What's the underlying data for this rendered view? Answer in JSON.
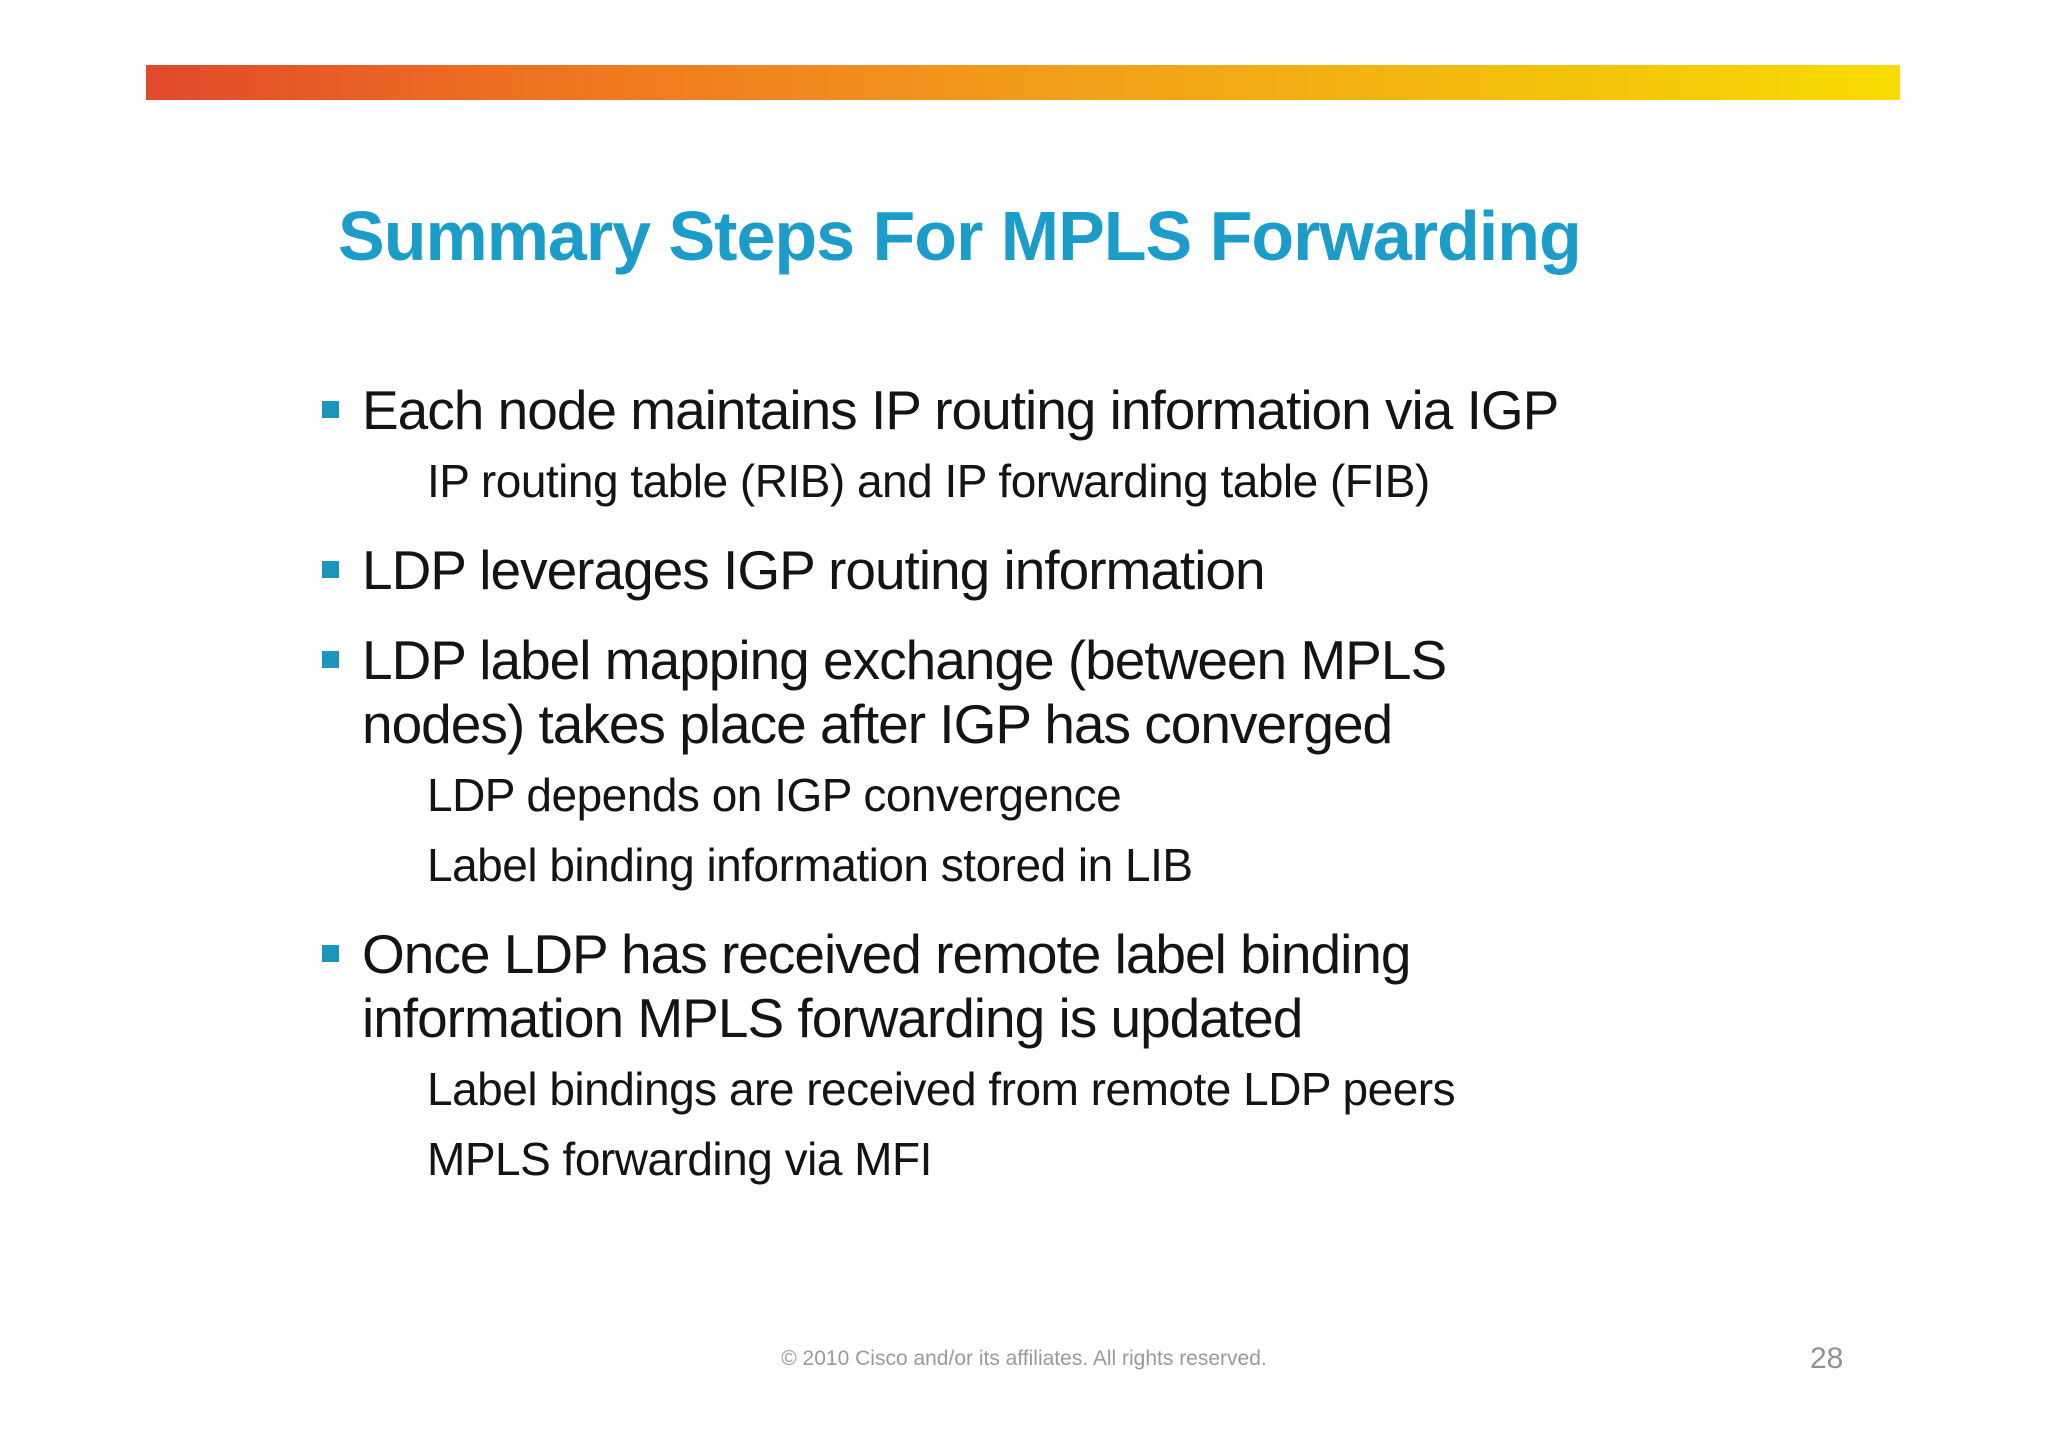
{
  "slide": {
    "title": "Summary Steps For MPLS Forwarding",
    "bullets": [
      {
        "text": "Each node maintains IP routing information via IGP",
        "subs": [
          "IP routing table (RIB) and IP forwarding table (FIB)"
        ]
      },
      {
        "text": "LDP leverages IGP routing information",
        "subs": []
      },
      {
        "text": "LDP label mapping exchange (between MPLS\nnodes) takes place after IGP has converged",
        "subs": [
          "LDP depends on IGP convergence",
          "Label binding information stored in LIB"
        ]
      },
      {
        "text": "Once LDP has received remote label binding\ninformation MPLS forwarding is updated",
        "subs": [
          "Label bindings are received from remote LDP peers",
          "MPLS forwarding via MFI"
        ]
      }
    ],
    "footer": {
      "copyright": "© 2010 Cisco and/or its affiliates. All rights reserved.",
      "page_number": "28"
    },
    "colors": {
      "title": "#1C9DC9",
      "bullet_marker": "#1B96BE",
      "body_text": "#141414",
      "gradient_start": "#E1492B",
      "gradient_mid": "#F29E1A",
      "gradient_end": "#F8DC00",
      "footer_text": "#9A9A9A",
      "page_number": "#8F929B"
    }
  }
}
